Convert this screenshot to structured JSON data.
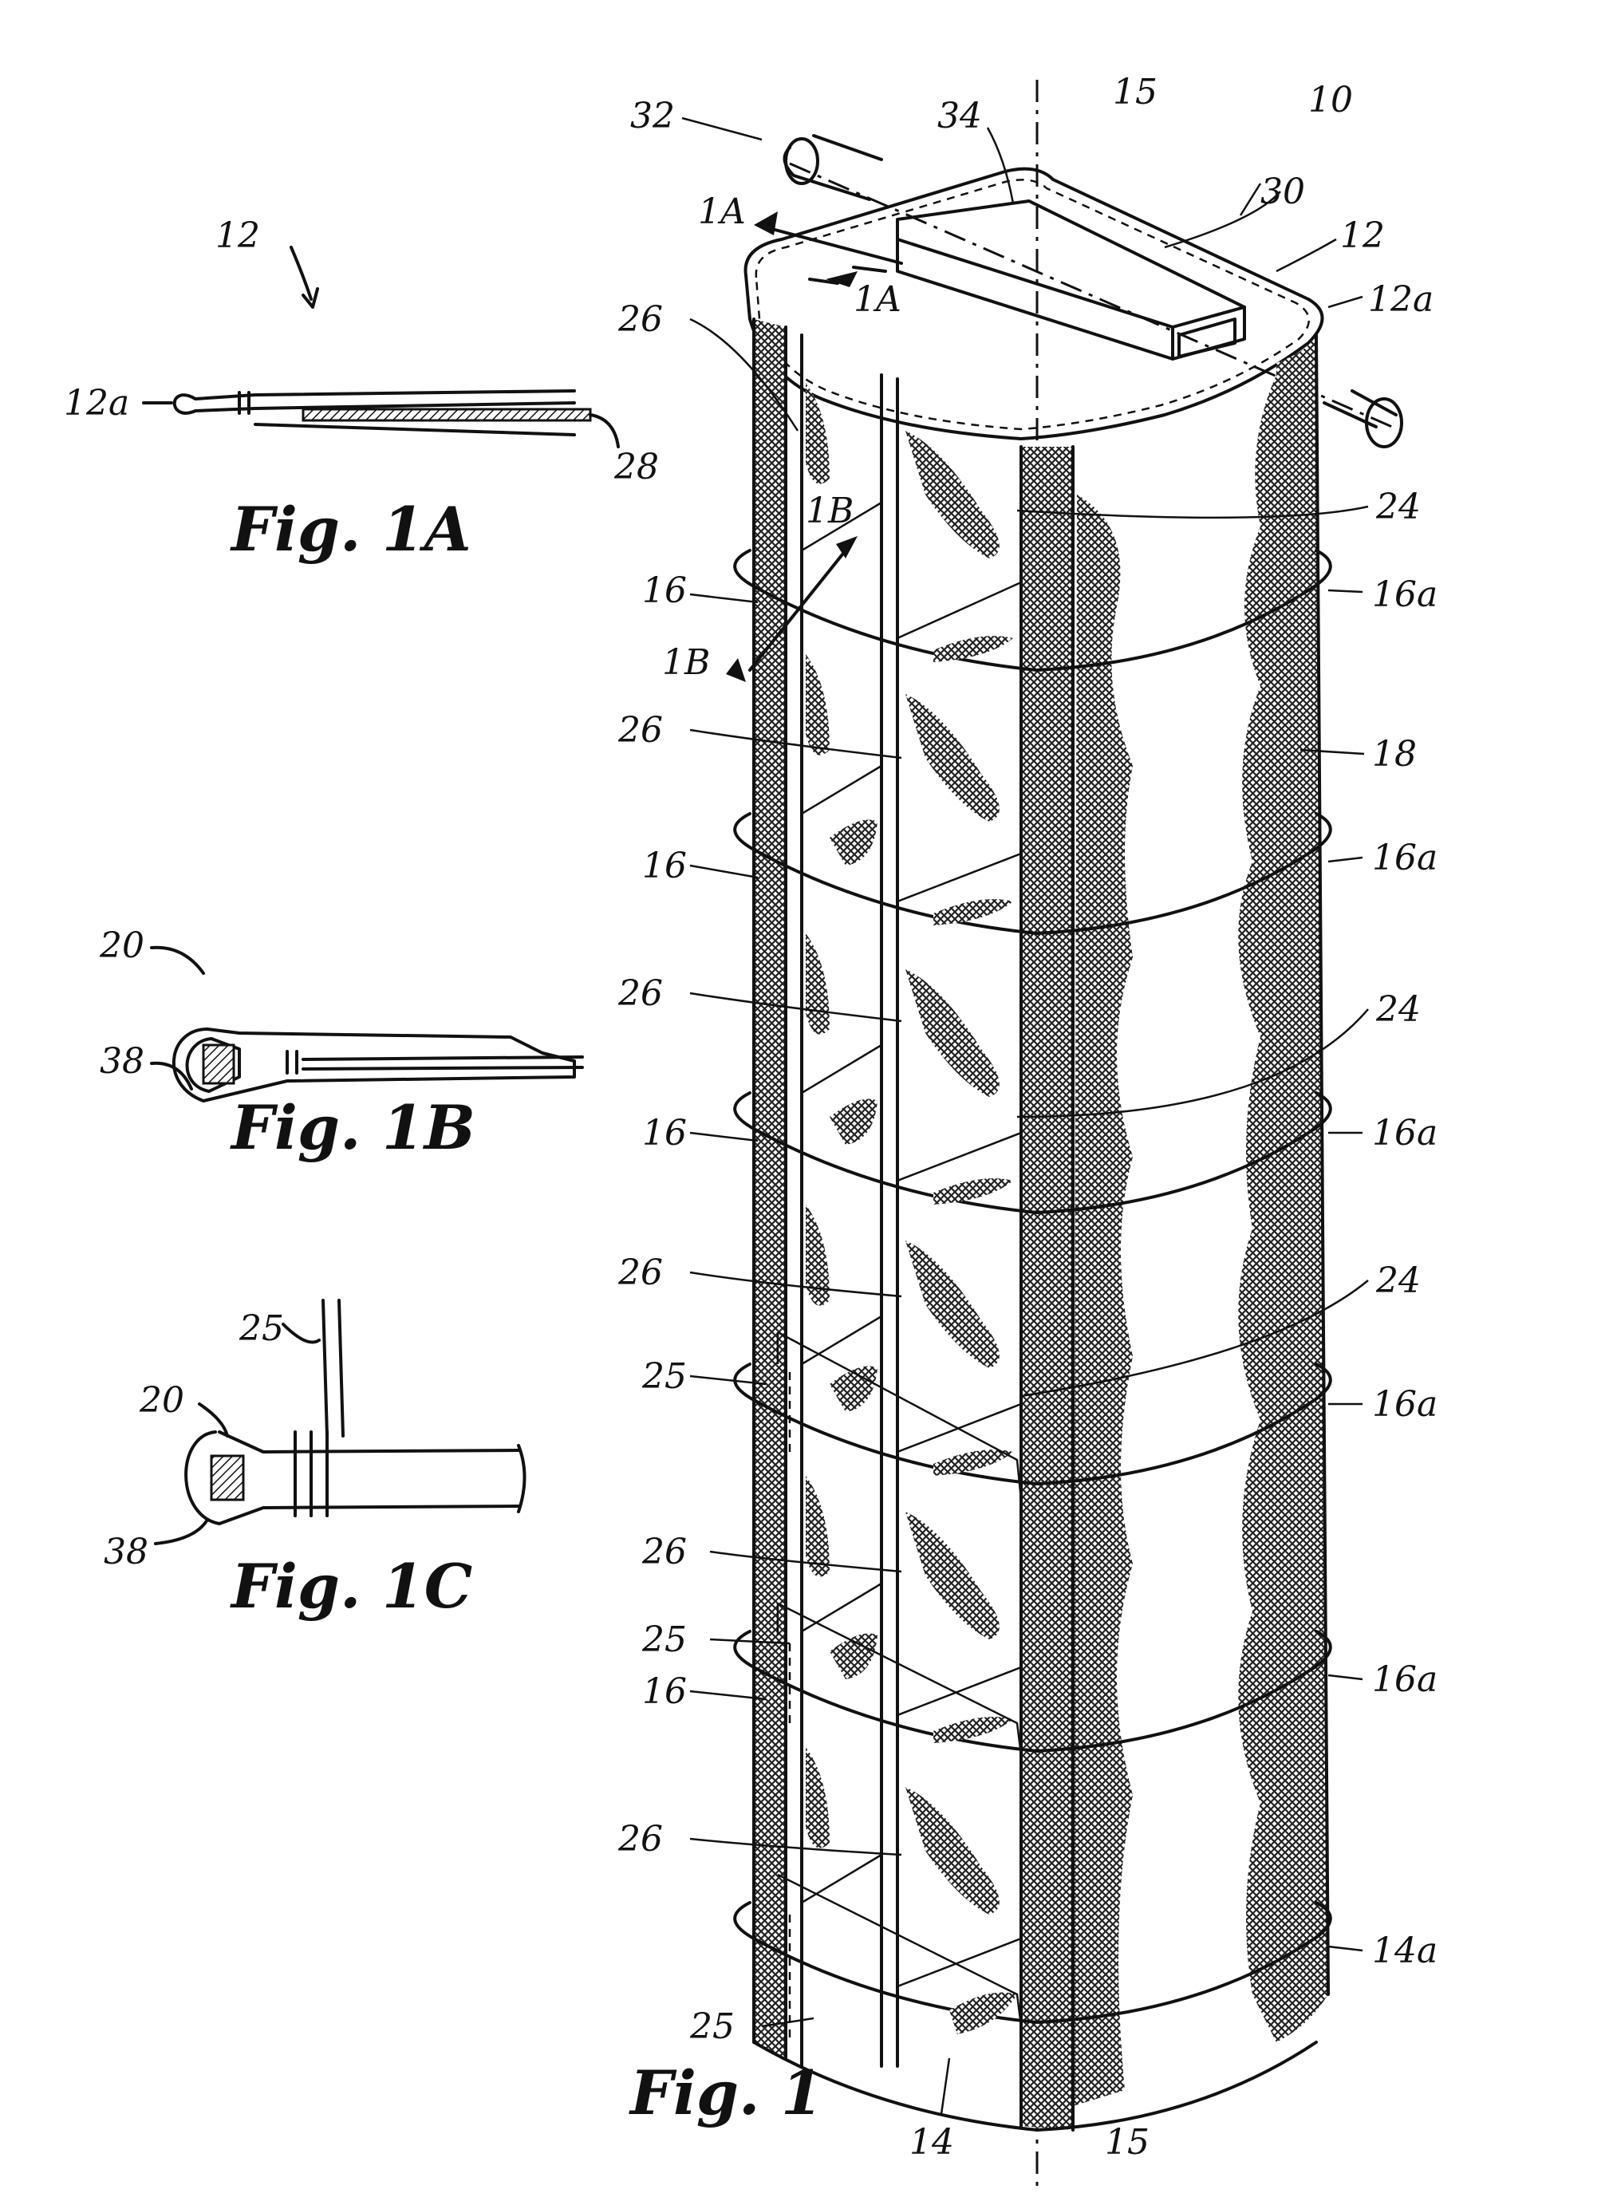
{
  "labels": {
    "fig1a": {
      "ref_12": "12",
      "ref_12a": "12a",
      "ref_28": "28",
      "caption": "Fig. 1A"
    },
    "fig1b": {
      "ref_20": "20",
      "ref_38": "38",
      "caption": "Fig. 1B"
    },
    "fig1c": {
      "ref_25": "25",
      "ref_20": "20",
      "ref_38": "38",
      "caption": "Fig. 1C"
    },
    "fig1": {
      "ref_32": "32",
      "ref_34": "34",
      "ref_15_top": "15",
      "ref_10": "10",
      "ref_30": "30",
      "ref_12": "12",
      "ref_12a": "12a",
      "section_1a_left": "1A",
      "section_1a_right": "1A",
      "section_1b_top": "1B",
      "section_1b_bottom": "1B",
      "ref_26_row1": "26",
      "ref_24_row1": "24",
      "ref_16_row1": "16",
      "ref_16a_row1": "16a",
      "ref_26_row2": "26",
      "ref_18": "18",
      "ref_16_row2": "16",
      "ref_16a_row2": "16a",
      "ref_26_row3": "26",
      "ref_24_row3": "24",
      "ref_16_row3": "16",
      "ref_16a_row3": "16a",
      "ref_26_row4": "26",
      "ref_24_row4": "24",
      "ref_25_row4": "25",
      "ref_16a_row4": "16a",
      "ref_26_row5": "26",
      "ref_25_row5": "25",
      "ref_16_row5": "16",
      "ref_16a_row5": "16a",
      "ref_26_row6": "26",
      "ref_14a": "14a",
      "ref_25_bottom": "25",
      "ref_14": "14",
      "ref_15_bottom": "15",
      "caption": "Fig. 1"
    }
  }
}
